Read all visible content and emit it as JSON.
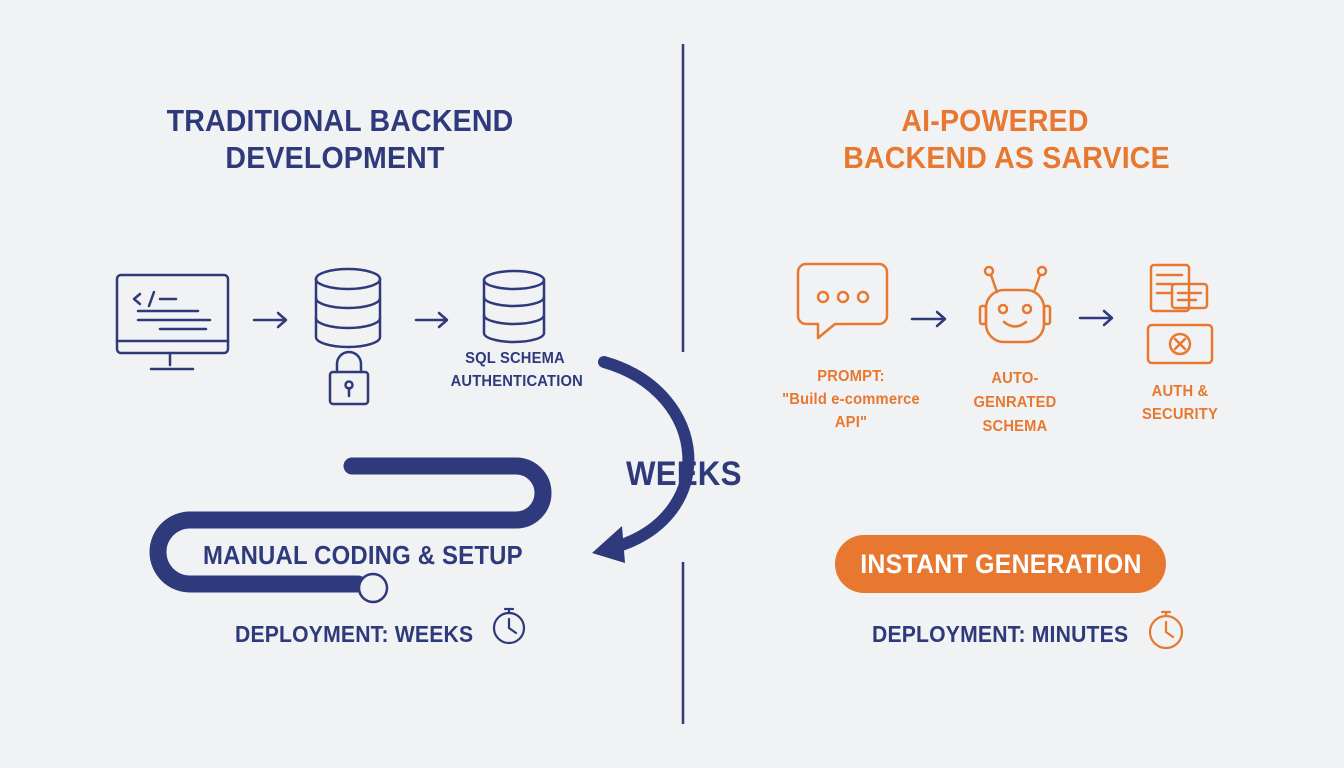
{
  "colors": {
    "navy": "#2e3a7c",
    "orange": "#e8782f",
    "background": "#f1f2f3"
  },
  "left": {
    "title_line1": "TRADITIONAL BACKEND",
    "title_line2": "DEVELOPMENT",
    "icons": [
      "code-monitor-icon",
      "database-icon",
      "lock-icon",
      "database-icon"
    ],
    "label_sql": "SQL SCHEMA",
    "label_auth": "AUTHENTICATION",
    "manual_label": "MANUAL CODING & SETUP",
    "weeks_label": "WEEKS",
    "deployment": "DEPLOYMENT: WEEKS"
  },
  "right": {
    "title_line1": "AI-POWERED",
    "title_line2": "BACKEND AS SARVICE",
    "icons": [
      "chat-bubble-icon",
      "robot-icon",
      "security-screen-icon"
    ],
    "prompt_line1": "PROMPT:",
    "prompt_line2": "\"Build e-commerce",
    "prompt_line3": "API\"",
    "auto_line1": "AUTO-",
    "auto_line2": "GENRATED",
    "auto_line3": "SCHEMA",
    "auth_line1": "AUTH &",
    "auth_line2": "SECURITY",
    "instant": "INSTANT GENERATION",
    "deployment": "DEPLOYMENT: MINUTES"
  }
}
